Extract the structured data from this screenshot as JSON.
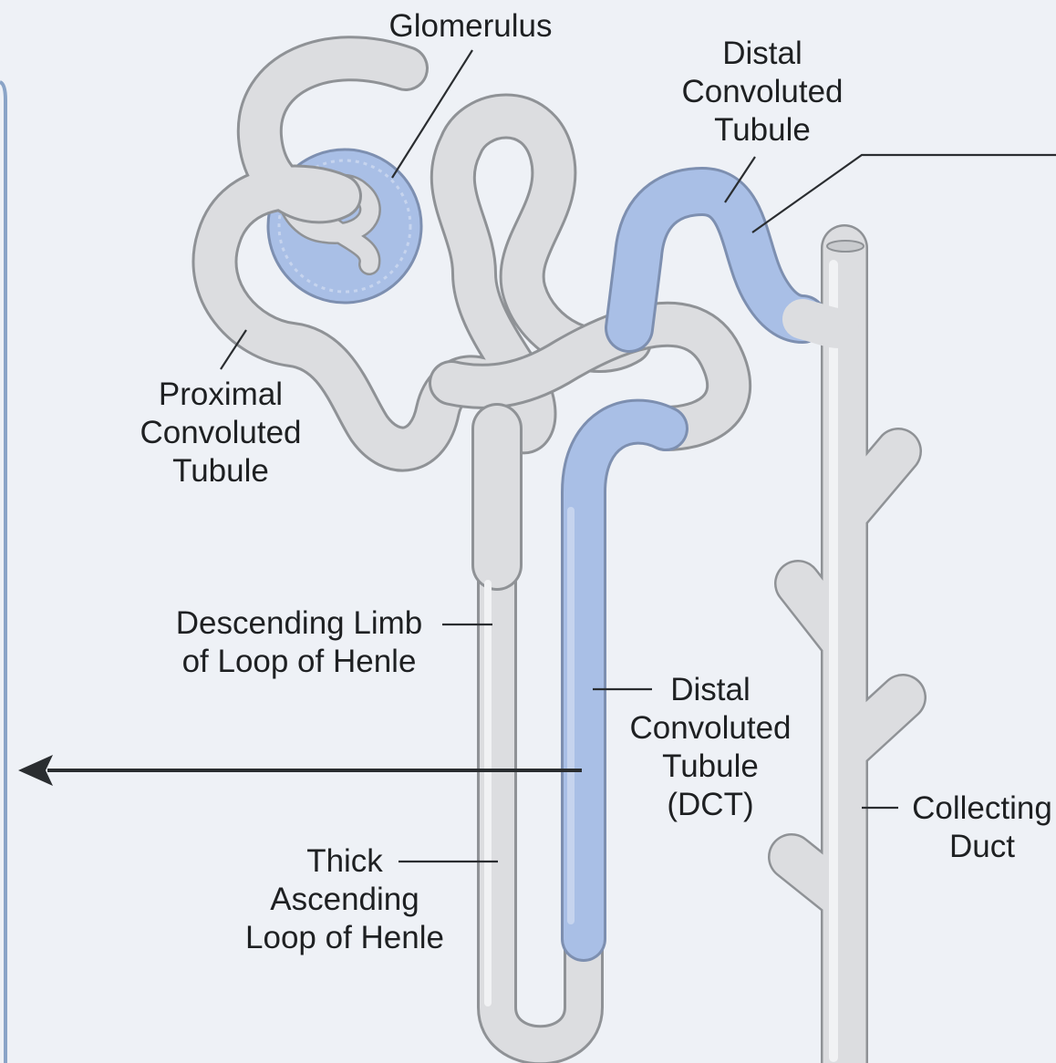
{
  "diagram": {
    "labels": {
      "glomerulus": "Glomerulus",
      "dct_top": [
        "Distal",
        "Convoluted",
        "Tubule"
      ],
      "pct": [
        "Proximal",
        "Convoluted",
        "Tubule"
      ],
      "descending": [
        "Descending Limb",
        "of Loop of Henle"
      ],
      "dct_mid": [
        "Distal",
        "Convoluted",
        "Tubule",
        "(DCT)"
      ],
      "collecting": [
        "Collecting",
        "Duct"
      ],
      "thick_ascending": [
        "Thick",
        "Ascending",
        "Loop of Henle"
      ]
    },
    "colors": {
      "background": "#eef1f6",
      "tubule_fill": "#dcdde0",
      "tubule_outline": "#8f9296",
      "highlight_blue": "#a9bfe6",
      "line": "#2a2d30",
      "panel_edge": "#8aa4c7"
    }
  }
}
